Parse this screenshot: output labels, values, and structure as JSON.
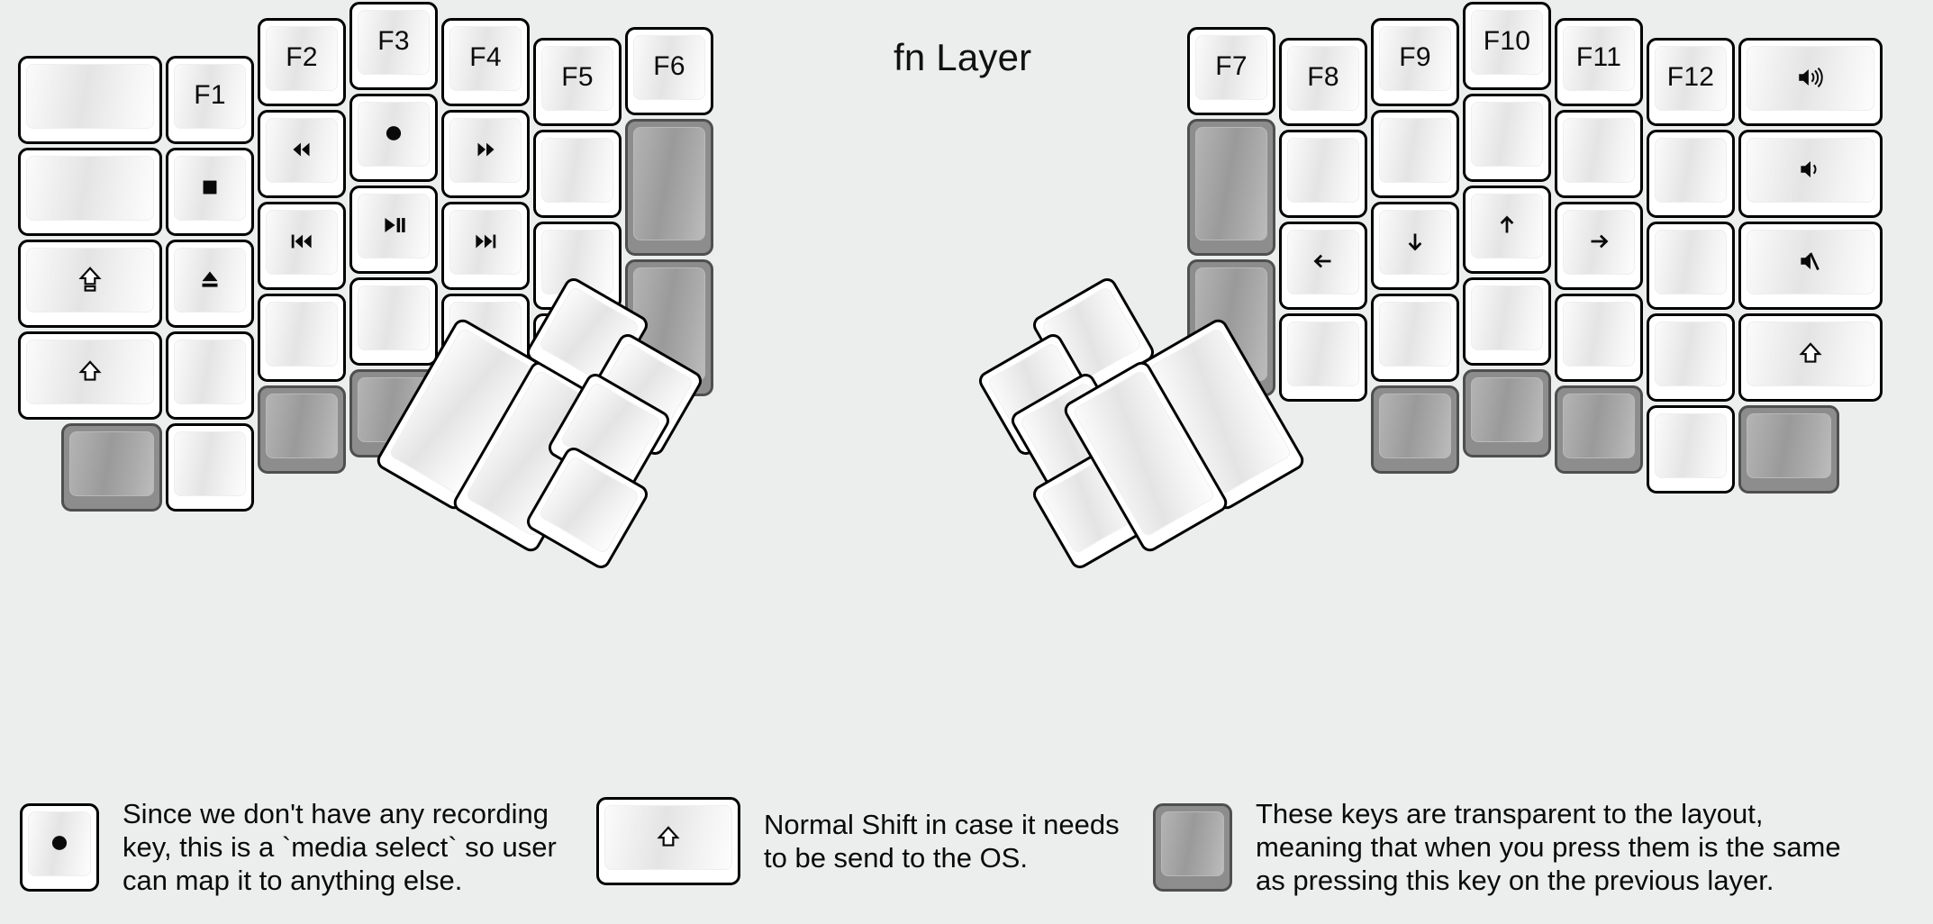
{
  "title": "fn Layer",
  "colors": {
    "background": "#eceded",
    "key_face": "#ffffff",
    "key_border": "#000000",
    "transparent_key": "#8d8d8d",
    "transparent_key_border": "#4f4f4f",
    "text": "#0b0b0b"
  },
  "left_half": {
    "columns": [
      {
        "name": "col-pinky-outer",
        "keys": [
          {
            "label": "",
            "icon": "",
            "type": "normal"
          },
          {
            "label": "",
            "icon": "",
            "type": "normal"
          },
          {
            "label": "",
            "icon": "caps-lock-icon",
            "type": "normal"
          },
          {
            "label": "",
            "icon": "shift-icon",
            "type": "normal"
          },
          {
            "label": "",
            "icon": "",
            "type": "transparent"
          }
        ]
      },
      {
        "name": "col-pinky",
        "keys": [
          {
            "label": "F1",
            "icon": "",
            "type": "normal"
          },
          {
            "label": "",
            "icon": "media-stop-icon",
            "type": "normal"
          },
          {
            "label": "",
            "icon": "media-eject-icon",
            "type": "normal"
          },
          {
            "label": "",
            "icon": "",
            "type": "normal"
          },
          {
            "label": "",
            "icon": "",
            "type": "normal"
          }
        ]
      },
      {
        "name": "col-ring",
        "keys": [
          {
            "label": "F2",
            "icon": "",
            "type": "normal"
          },
          {
            "label": "",
            "icon": "media-rewind-icon",
            "type": "normal"
          },
          {
            "label": "",
            "icon": "media-previous-icon",
            "type": "normal"
          },
          {
            "label": "",
            "icon": "",
            "type": "normal"
          },
          {
            "label": "",
            "icon": "",
            "type": "transparent"
          }
        ]
      },
      {
        "name": "col-middle",
        "keys": [
          {
            "label": "F3",
            "icon": "",
            "type": "normal"
          },
          {
            "label": "",
            "icon": "media-record-icon",
            "type": "normal"
          },
          {
            "label": "",
            "icon": "media-play-pause-icon",
            "type": "normal"
          },
          {
            "label": "",
            "icon": "",
            "type": "normal"
          },
          {
            "label": "",
            "icon": "",
            "type": "transparent"
          }
        ]
      },
      {
        "name": "col-index",
        "keys": [
          {
            "label": "F4",
            "icon": "",
            "type": "normal"
          },
          {
            "label": "",
            "icon": "media-fast-forward-icon",
            "type": "normal"
          },
          {
            "label": "",
            "icon": "media-next-icon",
            "type": "normal"
          },
          {
            "label": "",
            "icon": "",
            "type": "normal"
          },
          {
            "label": "",
            "icon": "",
            "type": "transparent"
          }
        ]
      },
      {
        "name": "col-index-inner",
        "keys": [
          {
            "label": "F5",
            "icon": "",
            "type": "normal"
          },
          {
            "label": "",
            "icon": "",
            "type": "normal"
          },
          {
            "label": "",
            "icon": "",
            "type": "normal"
          },
          {
            "label": "",
            "icon": "",
            "type": "normal"
          }
        ]
      },
      {
        "name": "col-inner",
        "keys": [
          {
            "label": "F6",
            "icon": "",
            "type": "normal"
          },
          {
            "label": "",
            "icon": "",
            "type": "transparent"
          },
          {
            "label": "",
            "icon": "",
            "type": "transparent"
          }
        ]
      }
    ],
    "thumb_cluster": [
      {
        "name": "thumb-left-big-1",
        "label": "",
        "icon": "",
        "type": "normal"
      },
      {
        "name": "thumb-left-big-2",
        "label": "",
        "icon": "",
        "type": "normal"
      },
      {
        "name": "thumb-left-small-top",
        "label": "",
        "icon": "",
        "type": "normal"
      },
      {
        "name": "thumb-left-small-right",
        "label": "",
        "icon": "",
        "type": "normal"
      },
      {
        "name": "thumb-left-small-mid",
        "label": "",
        "icon": "",
        "type": "normal"
      },
      {
        "name": "thumb-left-small-bottom",
        "label": "",
        "icon": "",
        "type": "normal"
      }
    ]
  },
  "right_half": {
    "columns": [
      {
        "name": "col-inner",
        "keys": [
          {
            "label": "F7",
            "icon": "",
            "type": "normal"
          },
          {
            "label": "",
            "icon": "",
            "type": "transparent"
          },
          {
            "label": "",
            "icon": "",
            "type": "transparent"
          }
        ]
      },
      {
        "name": "col-index-inner",
        "keys": [
          {
            "label": "F8",
            "icon": "",
            "type": "normal"
          },
          {
            "label": "",
            "icon": "",
            "type": "normal"
          },
          {
            "label": "",
            "icon": "arrow-left-icon",
            "type": "normal"
          },
          {
            "label": "",
            "icon": "",
            "type": "normal"
          }
        ]
      },
      {
        "name": "col-index",
        "keys": [
          {
            "label": "F9",
            "icon": "",
            "type": "normal"
          },
          {
            "label": "",
            "icon": "",
            "type": "normal"
          },
          {
            "label": "",
            "icon": "arrow-down-icon",
            "type": "normal"
          },
          {
            "label": "",
            "icon": "",
            "type": "normal"
          },
          {
            "label": "",
            "icon": "",
            "type": "transparent"
          }
        ]
      },
      {
        "name": "col-middle",
        "keys": [
          {
            "label": "F10",
            "icon": "",
            "type": "normal"
          },
          {
            "label": "",
            "icon": "",
            "type": "normal"
          },
          {
            "label": "",
            "icon": "arrow-up-icon",
            "type": "normal"
          },
          {
            "label": "",
            "icon": "",
            "type": "normal"
          },
          {
            "label": "",
            "icon": "",
            "type": "transparent"
          }
        ]
      },
      {
        "name": "col-ring",
        "keys": [
          {
            "label": "F11",
            "icon": "",
            "type": "normal"
          },
          {
            "label": "",
            "icon": "",
            "type": "normal"
          },
          {
            "label": "",
            "icon": "arrow-right-icon",
            "type": "normal"
          },
          {
            "label": "",
            "icon": "",
            "type": "normal"
          },
          {
            "label": "",
            "icon": "",
            "type": "transparent"
          }
        ]
      },
      {
        "name": "col-pinky",
        "keys": [
          {
            "label": "F12",
            "icon": "",
            "type": "normal"
          },
          {
            "label": "",
            "icon": "",
            "type": "normal"
          },
          {
            "label": "",
            "icon": "",
            "type": "normal"
          },
          {
            "label": "",
            "icon": "",
            "type": "normal"
          },
          {
            "label": "",
            "icon": "",
            "type": "normal"
          }
        ]
      },
      {
        "name": "col-pinky-outer",
        "keys": [
          {
            "label": "",
            "icon": "volume-up-icon",
            "type": "normal"
          },
          {
            "label": "",
            "icon": "volume-down-icon",
            "type": "normal"
          },
          {
            "label": "",
            "icon": "volume-mute-icon",
            "type": "normal"
          },
          {
            "label": "",
            "icon": "shift-icon",
            "type": "normal"
          },
          {
            "label": "",
            "icon": "",
            "type": "transparent"
          }
        ]
      }
    ],
    "thumb_cluster": [
      {
        "name": "thumb-right-small-top",
        "label": "",
        "icon": "",
        "type": "normal"
      },
      {
        "name": "thumb-right-small-left",
        "label": "",
        "icon": "",
        "type": "normal"
      },
      {
        "name": "thumb-right-small-mid",
        "label": "",
        "icon": "",
        "type": "normal"
      },
      {
        "name": "thumb-right-small-bottom",
        "label": "",
        "icon": "",
        "type": "normal"
      },
      {
        "name": "thumb-right-big-1",
        "label": "",
        "icon": "",
        "type": "normal"
      },
      {
        "name": "thumb-right-big-2",
        "label": "",
        "icon": "",
        "type": "normal"
      }
    ]
  },
  "legend": [
    {
      "icon": "media-record-icon",
      "key_type": "normal",
      "text": "Since we don't have any recording\nkey, this is a `media select` so user\ncan map it to anything else."
    },
    {
      "icon": "shift-icon",
      "key_type": "normal",
      "text": "Normal Shift in case it needs\nto be send to the OS."
    },
    {
      "icon": "",
      "key_type": "transparent",
      "text": "These keys are transparent to the layout,\nmeaning that when you press them is the same\nas pressing this key on the previous layer."
    }
  ]
}
